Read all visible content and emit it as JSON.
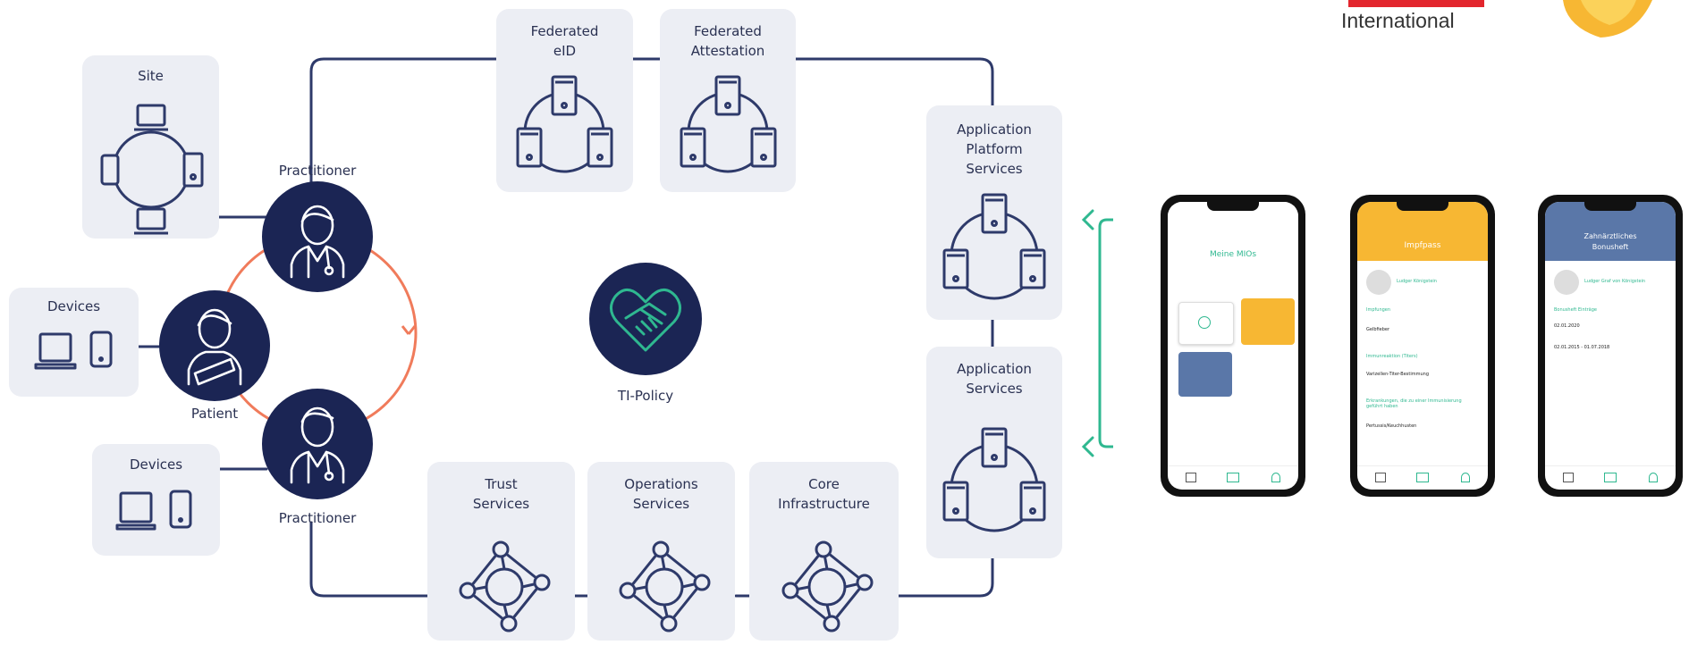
{
  "colors": {
    "navy": "#1b2554",
    "card": "#eceef4",
    "line": "#2e3a6a",
    "orange": "#f07b5b",
    "teal": "#2fb890",
    "logo_red": "#e3262d",
    "yellow": "#f7b733",
    "blue": "#5a77a8"
  },
  "logo": {
    "text": "International"
  },
  "cards": {
    "site": "Site",
    "devices_top": "Devices",
    "devices_bottom": "Devices",
    "federated_eid": [
      "Federated",
      "eID"
    ],
    "federated_attestation": [
      "Federated",
      "Attestation"
    ],
    "app_platform": [
      "Application",
      "Platform",
      "Services"
    ],
    "app_services": [
      "Application",
      "Services"
    ],
    "trust": [
      "Trust",
      "Services"
    ],
    "operations": [
      "Operations",
      "Services"
    ],
    "core": [
      "Core",
      "Infrastructure"
    ]
  },
  "people": {
    "practitioner_top": "Practitioner",
    "patient": "Patient",
    "practitioner_bottom": "Practitioner"
  },
  "center": {
    "label": "TI-Policy"
  },
  "phones": [
    {
      "title": "Meine MIOs"
    },
    {
      "title": "Impfpass",
      "user": "Ludger Königstein",
      "section1": "Impfungen",
      "item1": "Gelbfieber",
      "section2": "Immunreaktion (Titers)",
      "item2": "Varizellen-Titer-Bestimmung",
      "section3": "Erkrankungen, die zu einer Immunisierung geführt haben",
      "item3": "Pertussis/Keuchhusten"
    },
    {
      "title": [
        "Zahnärztliches",
        "Bonusheft"
      ],
      "user": "Ludger Graf von Königstein",
      "section1": "Bonusheft Einträge",
      "date1": "02.01.2020",
      "date2": "02.01.2015 - 01.07.2018"
    }
  ]
}
